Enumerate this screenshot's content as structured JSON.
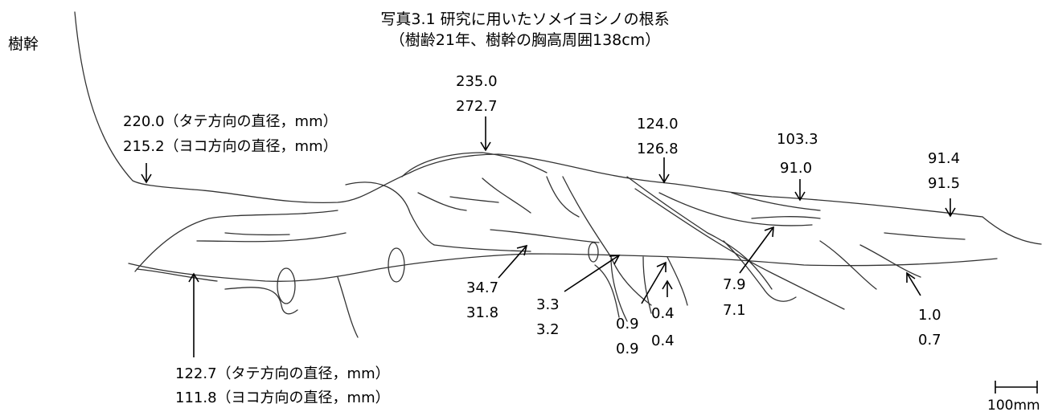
{
  "title": {
    "line1": "写真3.1 研究に用いたソメイヨシノの根系",
    "line2": "（樹齢21年、樹幹の胸高周囲138cm）"
  },
  "trunk_label": "樹幹",
  "scale_bar": {
    "label": "100mm"
  },
  "measurements": {
    "trunk_base": {
      "vertical": "220.0（タテ方向の直径，mm）",
      "horizontal": "215.2（ヨコ方向の直径，mm）"
    },
    "lower_root": {
      "vertical": "122.7（タテ方向の直径，mm）",
      "horizontal": "111.8（ヨコ方向の直径，mm）"
    },
    "m_235": {
      "vertical": "235.0",
      "horizontal": "272.7"
    },
    "m_124": {
      "vertical": "124.0",
      "horizontal": "126.8"
    },
    "m_103": {
      "vertical": "103.3",
      "horizontal": "91.0"
    },
    "m_91": {
      "vertical": "91.4",
      "horizontal": "91.5"
    },
    "m_34": {
      "vertical": "34.7",
      "horizontal": "31.8"
    },
    "m_3": {
      "vertical": "3.3",
      "horizontal": "3.2"
    },
    "m_09": {
      "vertical": "0.9",
      "horizontal": "0.9"
    },
    "m_04": {
      "vertical": "0.4",
      "horizontal": "0.4"
    },
    "m_79": {
      "vertical": "7.9",
      "horizontal": "7.1"
    },
    "m_10": {
      "vertical": "1.0",
      "horizontal": "0.7"
    }
  }
}
